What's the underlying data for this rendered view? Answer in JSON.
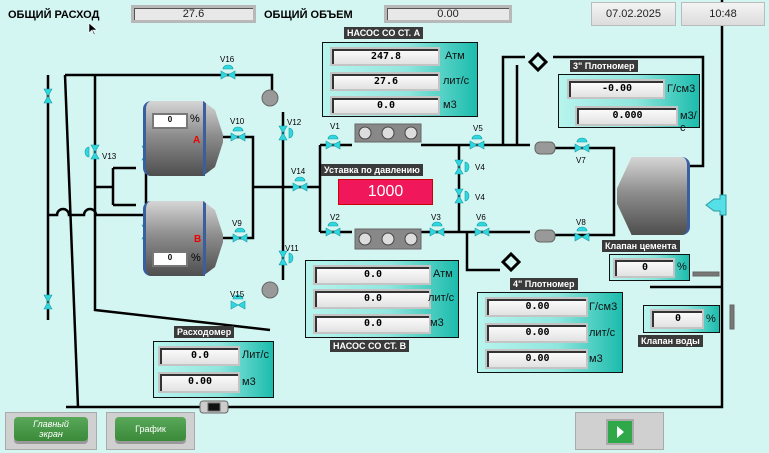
{
  "header": {
    "total_flow_label": "ОБЩИЙ РАСХОД",
    "total_flow_value": "27.6",
    "total_volume_label": "ОБЩИЙ ОБЪЕМ",
    "total_volume_value": "0.00",
    "date": "07.02.2025",
    "time": "10:48"
  },
  "pump_a": {
    "title": "НАСОС СО СТ. А",
    "rows": [
      {
        "value": "247.8",
        "unit": "Атм"
      },
      {
        "value": "27.6",
        "unit": "лит/с"
      },
      {
        "value": "0.0",
        "unit": "м3"
      }
    ]
  },
  "pump_b": {
    "title": "НАСОС СО СТ. В",
    "rows": [
      {
        "value": "0.0",
        "unit": "Атм"
      },
      {
        "value": "0.0",
        "unit": "лит/с"
      },
      {
        "value": "0.0",
        "unit": "м3"
      }
    ]
  },
  "densitometer_3": {
    "title": "3\" Плотномер",
    "rows": [
      {
        "value": "-0.00",
        "unit": "Г/см3"
      },
      {
        "value": "0.000",
        "unit": "м3/с"
      }
    ]
  },
  "densitometer_4": {
    "title": "4\" Плотномер",
    "rows": [
      {
        "value": "0.00",
        "unit": "Г/см3"
      },
      {
        "value": "0.00",
        "unit": "лит/с"
      },
      {
        "value": "0.00",
        "unit": "м3"
      }
    ]
  },
  "flowmeter": {
    "title": "Расходомер",
    "rows": [
      {
        "value": "0.0",
        "unit": "Лит/с"
      },
      {
        "value": "0.00",
        "unit": "м3"
      }
    ]
  },
  "setpoint": {
    "label": "Уставка по давлению",
    "value": "1000"
  },
  "tank_a": {
    "name": "A",
    "level": "0",
    "unit": "%"
  },
  "tank_b": {
    "name": "B",
    "level": "0",
    "unit": "%"
  },
  "cement_valve": {
    "label": "Клапан цемента",
    "value": "0",
    "unit": "%"
  },
  "water_valve": {
    "label": "Клапан воды",
    "value": "0",
    "unit": "%"
  },
  "valves": [
    "V16",
    "V10",
    "V9",
    "V12",
    "V11",
    "V14",
    "V13",
    "V15",
    "V1",
    "V2",
    "V3",
    "V5",
    "V4",
    "V4",
    "V6",
    "V7",
    "V8"
  ],
  "buttons": {
    "main_screen": "Главный экран",
    "chart": "График",
    "play_icon": "play-icon"
  },
  "colors": {
    "background": "#d4f6f2",
    "valve": "#2fd8e0",
    "setpoint": "#f0185a",
    "button": "#4a9a4a"
  }
}
